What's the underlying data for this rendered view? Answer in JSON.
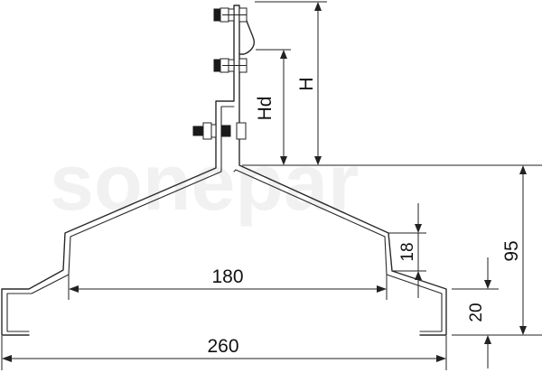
{
  "watermark": "sonepar",
  "dimensions": {
    "height_H": "H",
    "height_Hd": "Hd",
    "inner_width": "180",
    "outer_width": "260",
    "mid_step": "18",
    "foot_height": "20",
    "base_height": "95"
  }
}
